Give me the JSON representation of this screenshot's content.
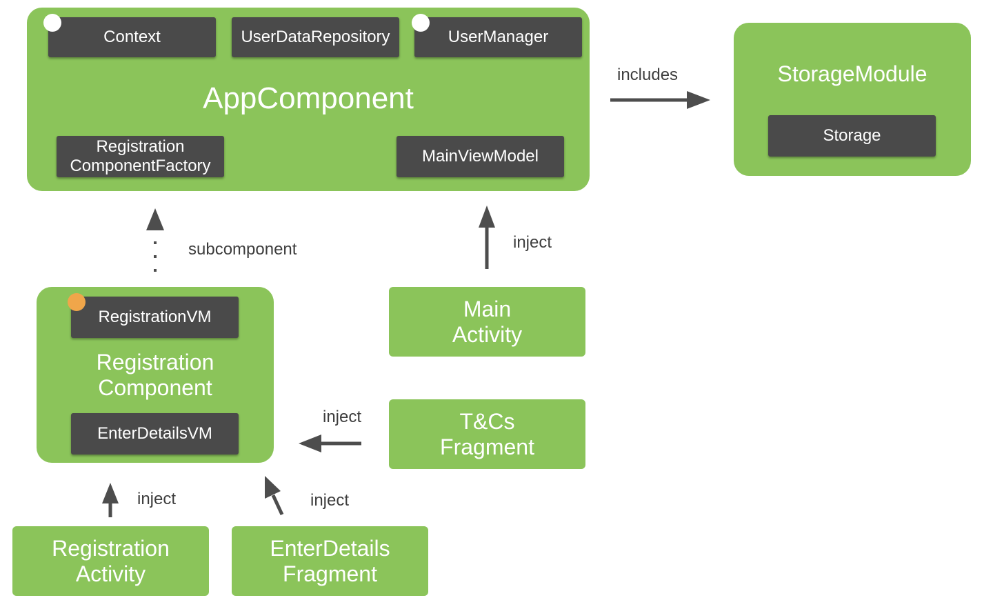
{
  "app_component": {
    "title": "AppComponent",
    "chips": {
      "context": "Context",
      "user_data_repository": "UserDataRepository",
      "user_manager": "UserManager",
      "registration_component_factory": "Registration\nComponentFactory",
      "main_view_model": "MainViewModel"
    }
  },
  "storage_module": {
    "title": "StorageModule",
    "chips": {
      "storage": "Storage"
    }
  },
  "registration_component": {
    "title": "Registration\nComponent",
    "chips": {
      "registration_vm": "RegistrationVM",
      "enter_details_vm": "EnterDetailsVM"
    }
  },
  "nodes": {
    "main_activity": "Main\nActivity",
    "tcs_fragment": "T&Cs\nFragment",
    "registration_activity": "Registration\nActivity",
    "enter_details_fragment": "EnterDetails\nFragment"
  },
  "edges": {
    "includes": "includes",
    "subcomponent": "subcomponent",
    "inject_main": "inject",
    "inject_tcs": "inject",
    "inject_registration": "inject",
    "inject_enter_details": "inject"
  },
  "colors": {
    "box_green": "#8bc45a",
    "chip_dark": "#4a4a4a",
    "arrow": "#4d4d4d",
    "singleton_dot": "#ffffff",
    "activity_scope_dot": "#f0a64a"
  }
}
